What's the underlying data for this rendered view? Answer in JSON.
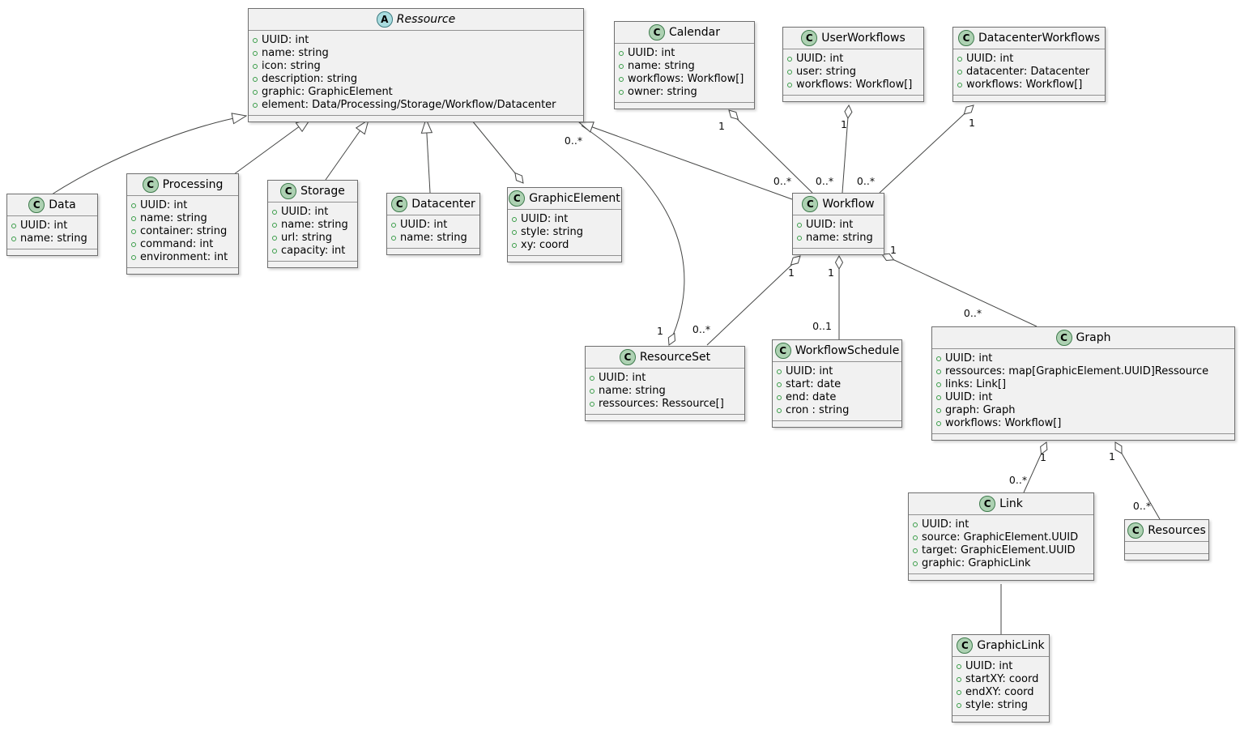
{
  "badges": {
    "class": "C",
    "abstract": "A"
  },
  "classes": [
    {
      "id": "ressource",
      "name": "Ressource",
      "stereotype": "abstract",
      "attributes": [
        "UUID: int",
        "name: string",
        "icon: string",
        "description: string",
        "graphic: GraphicElement",
        "element: Data/Processing/Storage/Workflow/Datacenter"
      ]
    },
    {
      "id": "calendar",
      "name": "Calendar",
      "stereotype": "class",
      "attributes": [
        "UUID: int",
        "name: string",
        "workflows: Workflow[]",
        "owner: string"
      ]
    },
    {
      "id": "userworkflows",
      "name": "UserWorkflows",
      "stereotype": "class",
      "attributes": [
        "UUID: int",
        "user: string",
        "workflows: Workflow[]"
      ]
    },
    {
      "id": "datacenterworkflows",
      "name": "DatacenterWorkflows",
      "stereotype": "class",
      "attributes": [
        "UUID: int",
        "datacenter: Datacenter",
        "workflows: Workflow[]"
      ]
    },
    {
      "id": "data",
      "name": "Data",
      "stereotype": "class",
      "attributes": [
        "UUID: int",
        "name: string"
      ]
    },
    {
      "id": "processing",
      "name": "Processing",
      "stereotype": "class",
      "attributes": [
        "UUID: int",
        "name: string",
        "container: string",
        "command: int",
        "environment: int"
      ]
    },
    {
      "id": "storage",
      "name": "Storage",
      "stereotype": "class",
      "attributes": [
        "UUID: int",
        "name: string",
        "url: string",
        "capacity: int"
      ]
    },
    {
      "id": "datacenter",
      "name": "Datacenter",
      "stereotype": "class",
      "attributes": [
        "UUID: int",
        "name: string"
      ]
    },
    {
      "id": "graphicelement",
      "name": "GraphicElement",
      "stereotype": "class",
      "attributes": [
        "UUID: int",
        "style: string",
        "xy: coord"
      ]
    },
    {
      "id": "workflow",
      "name": "Workflow",
      "stereotype": "class",
      "attributes": [
        "UUID: int",
        "name: string"
      ]
    },
    {
      "id": "resourceset",
      "name": "ResourceSet",
      "stereotype": "class",
      "attributes": [
        "UUID: int",
        "name: string",
        "ressources: Ressource[]"
      ]
    },
    {
      "id": "workflowschedule",
      "name": "WorkflowSchedule",
      "stereotype": "class",
      "attributes": [
        "UUID: int",
        "start: date",
        "end: date",
        "cron : string"
      ]
    },
    {
      "id": "graph",
      "name": "Graph",
      "stereotype": "class",
      "attributes": [
        "UUID: int",
        "ressources: map[GraphicElement.UUID]Ressource",
        "links: Link[]",
        "UUID: int",
        "graph: Graph",
        "workflows: Workflow[]"
      ]
    },
    {
      "id": "link",
      "name": "Link",
      "stereotype": "class",
      "attributes": [
        "UUID: int",
        "source: GraphicElement.UUID",
        "target: GraphicElement.UUID",
        "graphic: GraphicLink"
      ]
    },
    {
      "id": "resources",
      "name": "Resources",
      "stereotype": "class",
      "attributes": []
    },
    {
      "id": "graphiclink",
      "name": "GraphicLink",
      "stereotype": "class",
      "attributes": [
        "UUID: int",
        "startXY: coord",
        "endXY: coord",
        "style: string"
      ]
    }
  ],
  "relations": [
    {
      "type": "aggregation",
      "owner": "Calendar",
      "member": "Workflow",
      "owner_mult": "1",
      "member_mult": "0..*"
    },
    {
      "type": "aggregation",
      "owner": "UserWorkflows",
      "member": "Workflow",
      "owner_mult": "1",
      "member_mult": "0..*"
    },
    {
      "type": "aggregation",
      "owner": "DatacenterWorkflows",
      "member": "Workflow",
      "owner_mult": "1",
      "member_mult": "0..*"
    },
    {
      "type": "aggregation",
      "owner": "Workflow",
      "member": "ResourceSet",
      "owner_mult": "1",
      "member_mult": "0..*"
    },
    {
      "type": "aggregation",
      "owner": "Workflow",
      "member": "WorkflowSchedule",
      "owner_mult": "1",
      "member_mult": "0..1"
    },
    {
      "type": "aggregation",
      "owner": "Workflow",
      "member": "Graph",
      "owner_mult": "1",
      "member_mult": "0..*"
    },
    {
      "type": "aggregation",
      "owner": "ResourceSet",
      "member": "Ressource",
      "owner_mult": "1",
      "member_mult": "0..*"
    },
    {
      "type": "aggregation",
      "owner": "Graph",
      "member": "Link",
      "owner_mult": "1",
      "member_mult": "0..*"
    },
    {
      "type": "aggregation",
      "owner": "Graph",
      "member": "Resources",
      "owner_mult": "1",
      "member_mult": "0..*"
    },
    {
      "type": "aggregation",
      "owner": "GraphicElement",
      "member": "Ressource"
    },
    {
      "type": "generalization",
      "parent": "Ressource",
      "child": "Data"
    },
    {
      "type": "generalization",
      "parent": "Ressource",
      "child": "Processing"
    },
    {
      "type": "generalization",
      "parent": "Ressource",
      "child": "Storage"
    },
    {
      "type": "generalization",
      "parent": "Ressource",
      "child": "Datacenter"
    },
    {
      "type": "generalization",
      "parent": "Ressource",
      "child": "Workflow"
    },
    {
      "type": "association",
      "from": "Link",
      "to": "GraphicLink"
    }
  ]
}
